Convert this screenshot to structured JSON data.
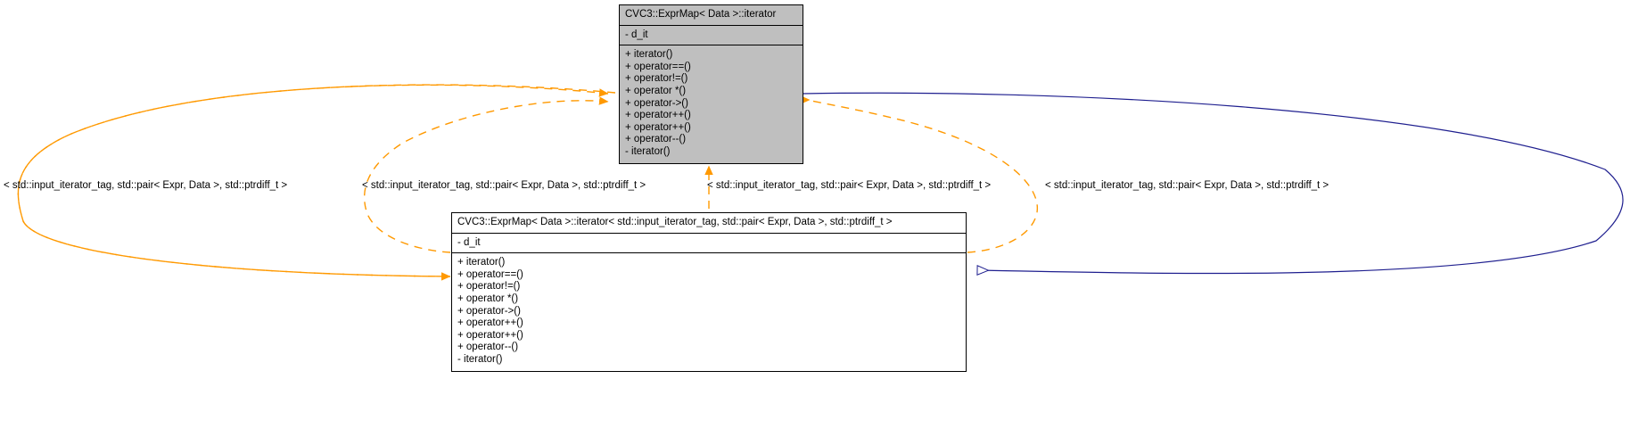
{
  "diagram": {
    "type": "uml-class-inheritance-graph",
    "background_color": "#ffffff",
    "template_edge_color": "#ff9900",
    "inheritance_edge_color": "#1f1f8f",
    "box_fill_highlight": "#bfbfbf",
    "box_fill_plain": "#ffffff",
    "box_border_color": "#000000"
  },
  "classes": [
    {
      "id": "base",
      "name": "CVC3::ExprMap< Data >::iterator",
      "highlighted": true,
      "attributes": [
        "- d_it"
      ],
      "methods": [
        "+ iterator()",
        "+ operator==()",
        "+ operator!=()",
        "+ operator *()",
        "+ operator->()",
        "+ operator++()",
        "+ operator++()",
        "+ operator--()",
        "- iterator()"
      ]
    },
    {
      "id": "derived",
      "name": "CVC3::ExprMap< Data >::iterator< std::input_iterator_tag, std::pair< Expr, Data >, std::ptrdiff_t >",
      "highlighted": false,
      "attributes": [
        "- d_it"
      ],
      "methods": [
        "+ iterator()",
        "+ operator==()",
        "+ operator!=()",
        "+ operator *()",
        "+ operator->()",
        "+ operator++()",
        "+ operator++()",
        "+ operator--()",
        "- iterator()"
      ]
    }
  ],
  "edge_labels": [
    "< std::input_iterator_tag, std::pair< Expr, Data >, std::ptrdiff_t >",
    "< std::input_iterator_tag, std::pair< Expr, Data >, std::ptrdiff_t >",
    "< std::input_iterator_tag, std::pair< Expr, Data >, std::ptrdiff_t >",
    "< std::input_iterator_tag, std::pair< Expr, Data >, std::ptrdiff_t >"
  ]
}
